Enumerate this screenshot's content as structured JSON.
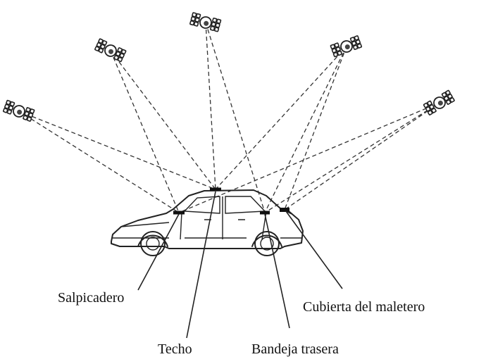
{
  "diagram": {
    "satellites": [
      {
        "id": "sat-1"
      },
      {
        "id": "sat-2"
      },
      {
        "id": "sat-3"
      },
      {
        "id": "sat-4"
      },
      {
        "id": "sat-5"
      },
      {
        "id": "sat-6"
      }
    ],
    "antenna_locations": {
      "dashboard": "Salpicadero",
      "roof": "Techo",
      "rear_shelf": "Bandeja trasera",
      "trunk_lid": "Cubierta del maletero"
    },
    "icons": {
      "satellite": "satellite-icon",
      "vehicle": "car-icon",
      "antenna": "antenna-marker-icon"
    },
    "colors": {
      "line": "#222222",
      "background": "#ffffff"
    }
  }
}
